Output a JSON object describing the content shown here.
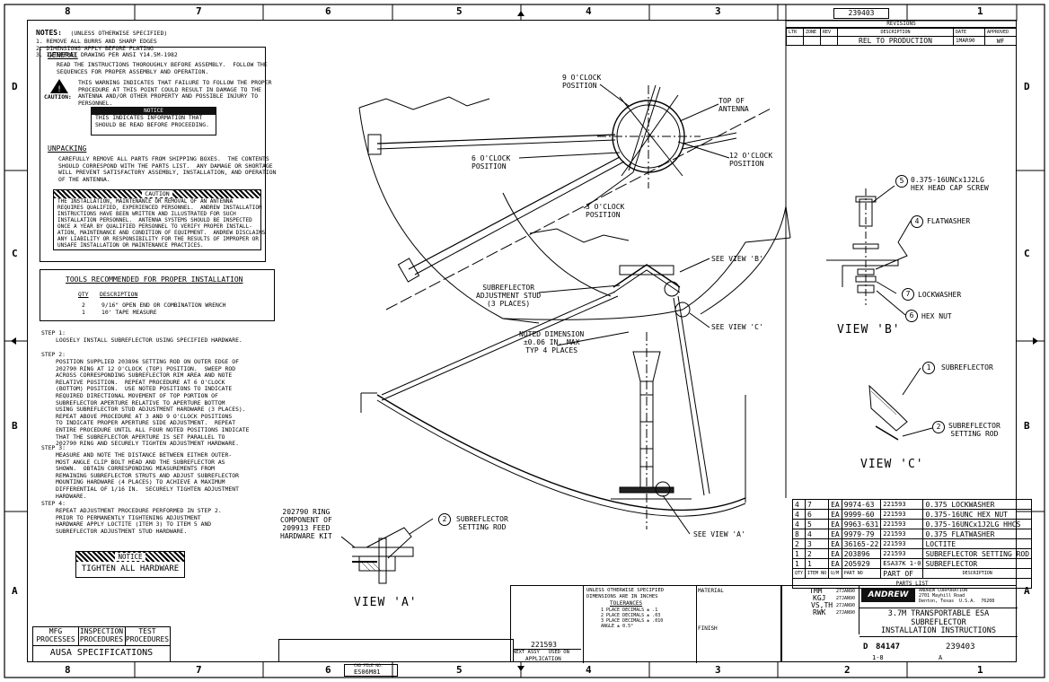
{
  "zones_top": [
    "8",
    "7",
    "6",
    "5",
    "4",
    "3",
    "2",
    "1"
  ],
  "zones_side": [
    "D",
    "C",
    "B",
    "A"
  ],
  "notes": {
    "title": "NOTES:",
    "title_sub": "(UNLESS OTHERWISE SPECIFIED)",
    "items": [
      "1. REMOVE ALL BURRS AND SHARP EDGES",
      "2. DIMENSIONS APPLY BEFORE PLATING",
      "3. INTERPRET DRAWING PER ANSI Y14.5M-1982"
    ]
  },
  "general": {
    "heading": "GENERAL",
    "intro": "READ THE INSTRUCTIONS THOROUGHLY BEFORE ASSEMBLY.  FOLLOW THE\nSEQUENCES FOR PROPER ASSEMBLY AND OPERATION.",
    "caution_label": "CAUTION:",
    "caution_text": "THIS WARNING INDICATES THAT FAILURE TO FOLLOW THE PROPER\nPROCEDURE AT THIS POINT COULD RESULT IN DAMAGE TO THE\nANTENNA AND/OR OTHER PROPERTY AND POSSIBLE INJURY TO\nPERSONNEL.",
    "notice_header": "NOTICE",
    "notice_text": "THIS INDICATES INFORMATION THAT\nSHOULD BE READ BEFORE PROCEEDING."
  },
  "unpacking": {
    "heading": "UNPACKING",
    "text": "CAREFULLY REMOVE ALL PARTS FROM SHIPPING BOXES.  THE CONTENTS\nSHOULD CORRESPOND WITH THE PARTS LIST.  ANY DAMAGE OR SHORTAGE\nWILL PREVENT SATISFACTORY ASSEMBLY, INSTALLATION, AND OPERATION\nOF THE ANTENNA.",
    "caution_header": "CAUTION",
    "caution_text": "THE INSTALLATION, MAINTENANCE OR REMOVAL OF AN ANTENNA\nREQUIRES QUALIFIED, EXPERIENCED PERSONNEL.  ANDREW INSTALLATION\nINSTRUCTIONS HAVE BEEN WRITTEN AND ILLUSTRATED FOR SUCH\nINSTALLATION PERSONNEL.  ANTENNA SYSTEMS SHOULD BE INSPECTED\nONCE A YEAR BY QUALIFIED PERSONNEL TO VERIFY PROPER INSTALL-\nATION, MAINTENANCE AND CONDITION OF EQUIPMENT.  ANDREW DISCLAIMS\nANY LIABILITY OR RESPONSIBILITY FOR THE RESULTS OF IMPROPER OR\nUNSAFE INSTALLATION OR MAINTENANCE PRACTICES."
  },
  "tools": {
    "title": "TOOLS RECOMMENDED FOR PROPER INSTALLATION",
    "col_qty": "QTY",
    "col_desc": "DESCRIPTION",
    "rows": [
      {
        "qty": "2",
        "desc": "9/16\" OPEN END OR COMBINATION WRENCH"
      },
      {
        "qty": "1",
        "desc": "10' TAPE MEASURE"
      }
    ]
  },
  "steps": [
    {
      "label": "STEP 1:",
      "text": "LOOSELY INSTALL SUBREFLECTOR USING SPECIFIED HARDWARE."
    },
    {
      "label": "STEP 2:",
      "text": "POSITION SUPPLIED 203896 SETTING ROD ON OUTER EDGE OF\n202790 RING AT 12 O'CLOCK (TOP) POSITION.  SWEEP ROD\nACROSS CORRESPONDING SUBREFLECTOR RIM AREA AND NOTE\nRELATIVE POSITION.  REPEAT PROCEDURE AT 6 O'CLOCK\n(BOTTOM) POSITION.  USE NOTED POSITIONS TO INDICATE\nREQUIRED DIRECTIONAL MOVEMENT OF TOP PORTION OF\nSUBREFLECTOR APERTURE RELATIVE TO APERTURE BOTTOM\nUSING SUBREFLECTOR STUD ADJUSTMENT HARDWARE (3 PLACES).\nREPEAT ABOVE PROCEDURE AT 3 AND 9 O'CLOCK POSITIONS\nTO INDICATE PROPER APERTURE SIDE ADJUSTMENT.  REPEAT\nENTIRE PROCEDURE UNTIL ALL FOUR NOTED POSITIONS INDICATE\nTHAT THE SUBREFLECTOR APERTURE IS SET PARALLEL TO\n202790 RING AND SECURELY TIGHTEN ADJUSTMENT HARDWARE."
    },
    {
      "label": "STEP 3:",
      "text": "MEASURE AND NOTE THE DISTANCE BETWEEN EITHER OUTER-\nMOST ANGLE CLIP BOLT HEAD AND THE SUBREFLECTOR AS\nSHOWN.  OBTAIN CORRESPONDING MEASUREMENTS FROM\nREMAINING SUBREFLECTOR STRUTS AND ADJUST SUBREFLECTOR\nMOUNTING HARDWARE (4 PLACES) TO ACHIEVE A MAXIMUM\nDIFFERENTIAL OF 1/16 IN.  SECURELY TIGHTEN ADJUSTMENT\nHARDWARE."
    },
    {
      "label": "STEP 4:",
      "text": "REPEAT ADJUSTMENT PROCEDURE PERFORMED IN STEP 2.\nPRIOR TO PERMANENTLY TIGHTENING ADJUSTMENT\nHARDWARE APPLY LOCTITE (ITEM 3) TO ITEM 5 AND\nSUBREFLECTOR ADJUSTMENT STUD HARDWARE."
    }
  ],
  "final_notice": {
    "header": "NOTICE",
    "text": "TIGHTEN ALL HARDWARE"
  },
  "procedures": {
    "mfg": "MFG\nPROCESSES",
    "inspection": "INSPECTION\nPROCEDURES",
    "test": "TEST\nPROCEDURES",
    "spec": "AUSA SPECIFICATIONS"
  },
  "callouts": {
    "nine": "9 O'CLOCK\nPOSITION",
    "top": "TOP OF\nANTENNA",
    "six": "6 O'CLOCK\nPOSITION",
    "twelve": "12 O'CLOCK\nPOSITION",
    "three": "3 O'CLOCK\nPOSITION",
    "see_b": "SEE VIEW 'B'",
    "stud": "SUBREFLECTOR\nADJUSTMENT STUD\n(3 PLACES)",
    "see_c": "SEE VIEW 'C'",
    "noted": "NOTED DIMENSION\n±0.06 IN. MAX\nTYP 4 PLACES",
    "ring": "202790 RING\nCOMPONENT OF\n209913 FEED\nHARDWARE KIT",
    "rod_a": "SUBREFLECTOR\nSETTING ROD",
    "see_a": "SEE VIEW 'A'",
    "view_a": "VIEW 'A'",
    "view_b": "VIEW 'B'",
    "view_c": "VIEW 'C'",
    "b5": "0.375-16UNCx1J2LG\nHEX HEAD CAP SCREW",
    "b4": "FLATWASHER",
    "b7": "LOCKWASHER",
    "b6": "HEX NUT",
    "c1": "SUBREFLECTOR",
    "c2": "SUBREFLECTOR\nSETTING ROD",
    "bal": {
      "b5": "5",
      "b4": "4",
      "b7": "7",
      "b6": "6",
      "c1": "1",
      "c2": "2",
      "a2": "2"
    }
  },
  "revisions": {
    "title": "REVISIONS",
    "doc_no": "239403",
    "cols": [
      "LTR",
      "ZONE",
      "REV",
      "DESCRIPTION",
      "DATE",
      "APPROVED"
    ],
    "rows": [
      {
        "ltr": "",
        "zone": "",
        "rev": "",
        "desc": "REL TO PRODUCTION",
        "date": "1MAR90",
        "appr": "WF"
      }
    ]
  },
  "parts_list": {
    "rows": [
      [
        "4",
        "7",
        "EA",
        "9974-63",
        "221593",
        "0.375 LOCKWASHER"
      ],
      [
        "4",
        "6",
        "EA",
        "9999-60",
        "221593",
        "0.375-16UNC HEX NUT"
      ],
      [
        "4",
        "5",
        "EA",
        "9963-631",
        "221593",
        "0.375-16UNCx1J2LG HHCS"
      ],
      [
        "8",
        "4",
        "EA",
        "9979-79",
        "221593",
        "0.375 FLATWASHER"
      ],
      [
        "2",
        "3",
        "EA",
        "36165-22",
        "221593",
        "LOCTITE"
      ],
      [
        "1",
        "2",
        "EA",
        "203896",
        "221593",
        "SUBREFLECTOR SETTING ROD"
      ],
      [
        "1",
        "1",
        "EA",
        "205929",
        "ESA37K 1-0",
        "SUBREFLECTOR"
      ]
    ],
    "header": [
      "QTY",
      "ITEM NO",
      "U/M",
      "PART NO",
      "PART OF",
      "DESCRIPTION"
    ],
    "title": "PARTS LIST"
  },
  "title_block": {
    "next_assy": "221593",
    "next_assy_label": "NEXT ASSY",
    "used_on": "USED ON",
    "application": "APPLICATION",
    "tol_title": "UNLESS OTHERWISE SPECIFIED\nDIMENSIONS ARE IN INCHES",
    "tolerances": "TOLERANCES",
    "tol_lines": "1 PLACE DECIMALS ± .1\n2 PLACE DECIMALS ± .03\n3 PLACE DECIMALS ± .010\nANGLE ± 0.5°",
    "material": "MATERIAL",
    "finish": "FINISH",
    "drawn": "TMM",
    "drawn_date": "27JAN90",
    "checked": "KGJ",
    "checked_date": "27JAN90",
    "approved": "VS,TH",
    "approved_date": "27JAN90",
    "eng": "RWK",
    "eng_date": "27JAN90",
    "company": "ANDREW CORPORATION\n2701 Mayhill Road\nDenton, Texas  U.S.A.  76208",
    "logo": "ANDREW",
    "title": "3.7M TRANSPORTABLE ESA\nSUBREFLECTOR\nINSTALLATION INSTRUCTIONS",
    "size": "D",
    "fscm": "84147",
    "dwg_no": "239403",
    "scale": "1-8",
    "sheet": "A",
    "cad_file": "ES06M81",
    "cad_label": "CAD FILE NO."
  }
}
